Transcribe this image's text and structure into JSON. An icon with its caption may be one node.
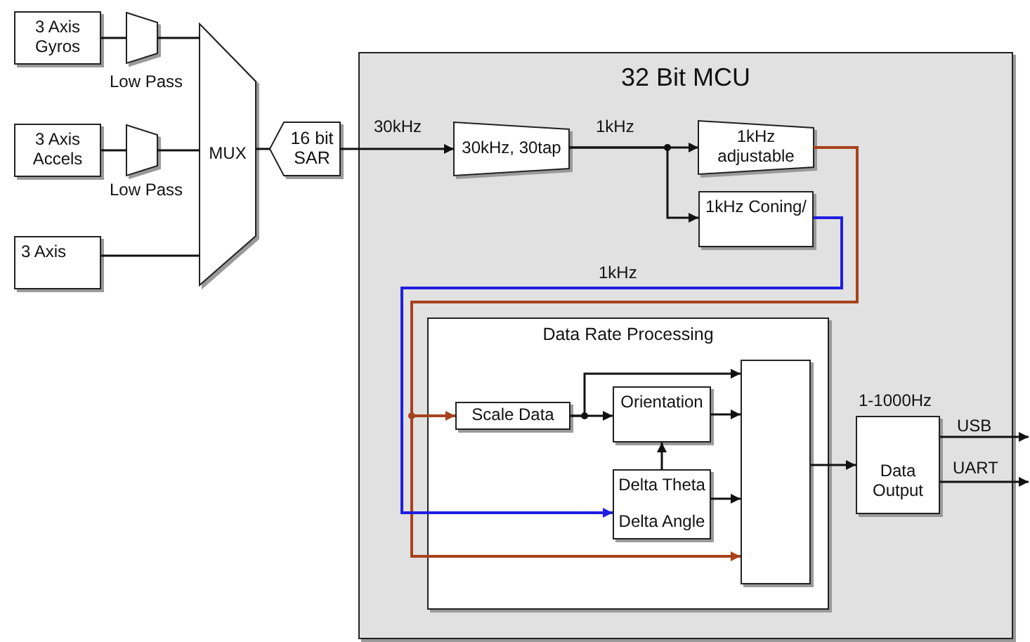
{
  "diagram": {
    "nodes": [
      {
        "text": [
          "3 Axis Gyros"
        ]
      },
      {
        "text": [],
        "shape": "trapezoid",
        "beside": [
          "Low Pass"
        ]
      },
      {
        "text": [
          "3 Axis Accels"
        ]
      },
      {
        "text": [],
        "shape": "trapezoid",
        "beside": [
          "Low Pass"
        ]
      },
      {
        "text": [
          "3 Axis"
        ]
      },
      {
        "text": [
          "MUX"
        ]
      },
      {
        "text": [
          "16 bit SAR"
        ]
      },
      {
        "text": [
          "32 Bit MCU"
        ]
      },
      {
        "text": [
          "30kHz, 30tap"
        ],
        "in": 7
      },
      {
        "text": [
          "1kHz adjustable"
        ],
        "in": 7
      },
      {
        "text": [
          "1kHz Coning/"
        ],
        "in": 7
      },
      {
        "text": [
          "Data Rate Processing"
        ],
        "in": 7
      },
      {
        "text": [
          "Scale Data"
        ],
        "in": 11
      },
      {
        "text": [
          "Orientation"
        ],
        "in": 11
      },
      {
        "text": [
          "Delta Theta",
          "Delta Angle"
        ],
        "in": 11
      },
      {
        "text": [],
        "shape": "box",
        "in": 11
      },
      {
        "text": [
          "Data Output"
        ],
        "in": 7,
        "beside": [
          "1-1000Hz"
        ]
      }
    ],
    "edges": [
      {
        "from": 0,
        "to": 1,
        "arrow": "none"
      },
      {
        "from": 1,
        "to": 5,
        "arrow": "none"
      },
      {
        "from": 2,
        "to": 3,
        "arrow": "none"
      },
      {
        "from": 3,
        "to": 5,
        "arrow": "none"
      },
      {
        "from": 4,
        "to": 5,
        "arrow": "none"
      },
      {
        "from": 5,
        "to": 6,
        "arrow": "none"
      },
      {
        "from": 6,
        "to": 8,
        "arrow": "to",
        "label": "30kHz"
      },
      {
        "from": 8,
        "to": 9,
        "arrow": "to",
        "label": "1kHz"
      },
      {
        "from": 8,
        "to": 10,
        "arrow": "to"
      },
      {
        "from": 9,
        "to": 12,
        "arrow": "to",
        "color": "#a8421c"
      },
      {
        "from": 9,
        "to": 15,
        "arrow": "to",
        "color": "#a8421c"
      },
      {
        "from": 10,
        "to": 14,
        "arrow": "to",
        "color": "#1f1fe0",
        "label": "1kHz"
      },
      {
        "from": 12,
        "to": 13,
        "arrow": "to"
      },
      {
        "from": 12,
        "to": 15,
        "arrow": "to"
      },
      {
        "from": 13,
        "to": 15,
        "arrow": "to"
      },
      {
        "from": 14,
        "to": 13,
        "arrow": "to"
      },
      {
        "from": 14,
        "to": 15,
        "arrow": "to"
      },
      {
        "from": 15,
        "to": 16,
        "arrow": "to"
      },
      {
        "from": 16,
        "to": null,
        "arrow": "to",
        "label": "USB"
      },
      {
        "from": 16,
        "to": null,
        "arrow": "to",
        "label": "UART"
      }
    ]
  }
}
